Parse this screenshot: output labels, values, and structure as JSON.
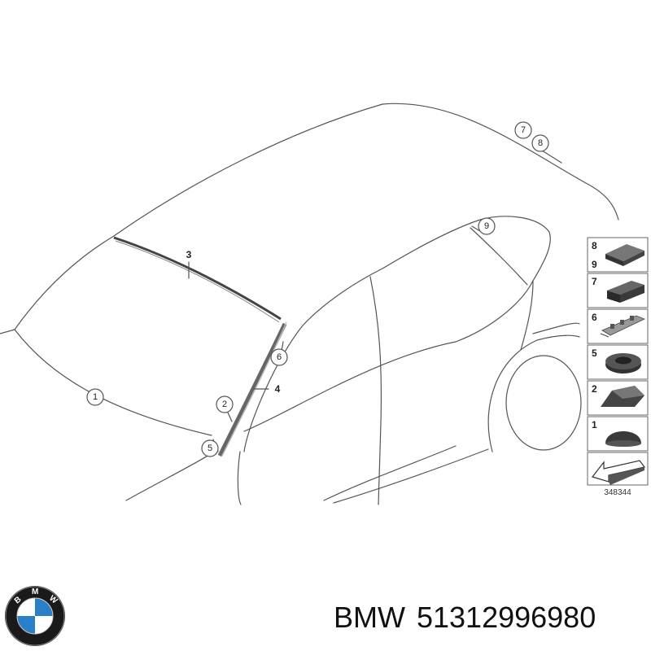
{
  "diagram": {
    "callouts": [
      {
        "id": "c1",
        "label": "1"
      },
      {
        "id": "c2",
        "label": "2"
      },
      {
        "id": "c3",
        "label": "3"
      },
      {
        "id": "c4",
        "label": "4"
      },
      {
        "id": "c5",
        "label": "5"
      },
      {
        "id": "c6",
        "label": "6"
      },
      {
        "id": "c7",
        "label": "7"
      },
      {
        "id": "c8",
        "label": "8"
      },
      {
        "id": "c9",
        "label": "9"
      }
    ],
    "legend": [
      {
        "label": "8",
        "label2": "9",
        "icon": "foam-pad-icon"
      },
      {
        "label": "7",
        "icon": "foam-strip-icon"
      },
      {
        "label": "6",
        "icon": "clip-strip-icon"
      },
      {
        "label": "5",
        "icon": "grommet-icon"
      },
      {
        "label": "2",
        "icon": "spacer-block-icon"
      },
      {
        "label": "1",
        "icon": "dome-cap-icon"
      }
    ],
    "reference_code": "348344"
  },
  "caption": {
    "brand": "BMW",
    "part_number": "51312996980"
  },
  "logo": {
    "letters": "BMW",
    "colors": {
      "blue": "#2b7fc8",
      "white": "#ffffff",
      "ring": "#1a1a1a"
    }
  }
}
